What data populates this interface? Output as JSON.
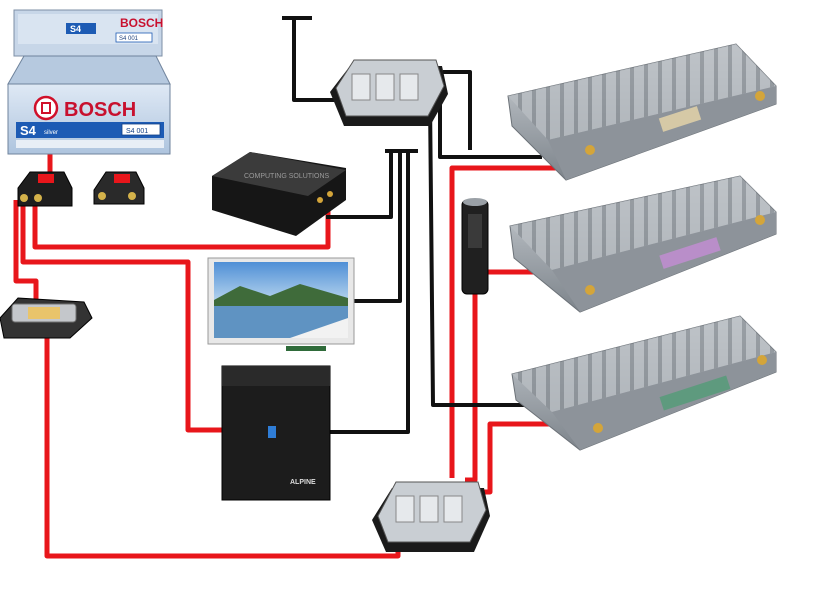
{
  "battery": {
    "brand": "BOSCH",
    "top_brand": "BOSCH",
    "model": "S4",
    "top_model": "S4",
    "code": "S4 001",
    "top_code": "S4 001",
    "grade": "silver"
  },
  "processor": {
    "watermark": "COMPUTING SOLUTIONS"
  },
  "headunit": {
    "brand": "ALPINE"
  },
  "colors": {
    "power_wire": "#e8161b",
    "signal_wire": "#111111"
  }
}
